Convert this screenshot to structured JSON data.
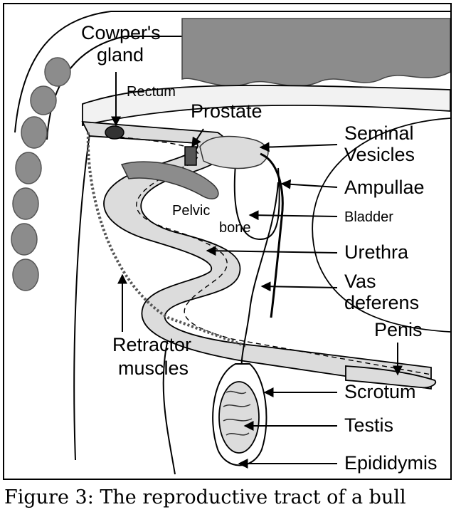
{
  "labels": {
    "cowpers_gland_1": "Cowper's",
    "cowpers_gland_2": "gland",
    "rectum": "Rectum",
    "prostate": "Prostate",
    "seminal_vesicles_1": "Seminal",
    "seminal_vesicles_2": "Vesicles",
    "ampullae": "Ampullae",
    "pelvic_bone_1": "Pelvic",
    "pelvic_bone_2": "bone",
    "bladder": "Bladder",
    "urethra": "Urethra",
    "vas_deferens_1": "Vas",
    "vas_deferens_2": "deferens",
    "penis": "Penis",
    "retractor_muscles_1": "Retractor",
    "retractor_muscles_2": "muscles",
    "scrotum": "Scrotum",
    "testis": "Testis",
    "epididymis": "Epididymis"
  },
  "caption": "Figure 3:  The reproductive tract of a bull",
  "colors": {
    "stroke": "#000000",
    "tissue_gray": "#8c8c8c",
    "light_gray": "#dcdcdc",
    "background": "#ffffff"
  }
}
